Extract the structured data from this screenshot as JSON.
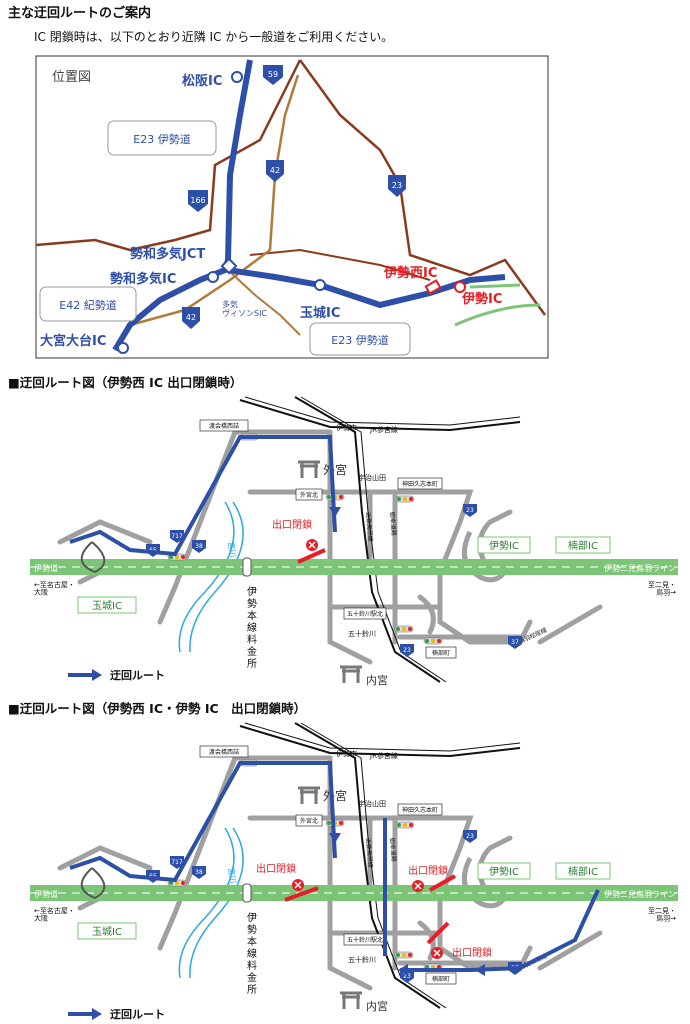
{
  "title": "主な迂回ルートのご案内",
  "intro": "IC 閉鎖時は、以下のとおり近隣 IC から一般道をご利用ください。",
  "location_map": {
    "heading": "位置図",
    "labels": {
      "matsusaka_ic": "松阪IC",
      "e23_top": "E23 伊勢道",
      "seiwataki_jct": "勢和多気JCT",
      "seiwataki_ic": "勢和多気IC",
      "e42": "E42 紀勢道",
      "omiya_ic": "大宮大台IC",
      "taki_sic": "多気\nヴィソンSIC",
      "tamaki_ic": "玉城IC",
      "e23_bottom": "E23 伊勢道",
      "isenishi_ic": "伊勢西IC",
      "ise_ic": "伊勢IC"
    },
    "route_numbers": [
      "59",
      "42",
      "166",
      "23",
      "42"
    ]
  },
  "detour_map_1": {
    "heading": "■迂回ルート図（伊勢西 IC 出口閉鎖時）",
    "closures": [
      "出口閉鎖"
    ]
  },
  "detour_map_2": {
    "heading": "■迂回ルート図（伊勢西 IC・伊勢 IC　出口閉鎖時）",
    "closures": [
      "出口閉鎖",
      "出口閉鎖",
      "出口閉鎖"
    ]
  },
  "detour_labels": {
    "toll": "伊勢本線料金所",
    "road_left": "伊勢道",
    "road_right": "伊勢二見鳥羽ライン",
    "to_left": "←至名古屋・\n大阪",
    "to_right": "至二見・\n鳥羽→",
    "tamaki_ic": "玉城IC",
    "ise_ic": "伊勢IC",
    "kusube_ic": "楠部IC",
    "geku": "外宮",
    "naiku": "内宮",
    "jr": "JR参宮線",
    "kintetsu": "近鉄鳥羽線",
    "iseshi": "伊勢市",
    "ujiyamada": "宇治山田",
    "isuzugawa": "五十鈴川",
    "miyagawa": "宮川",
    "miyuki": "御幸道路",
    "tobamatsusaka": "鳥羽松阪線",
    "sign_watarai": "渡会橋西詰",
    "sign_gekumae": "外宮北",
    "sign_kamida": "神田久志本町",
    "sign_isuzu": "五十鈴川駅北",
    "sign_kusube": "楠部町",
    "route23": "23",
    "route37": "37",
    "route65": "65",
    "route38": "38",
    "route717": "717",
    "legend": "迂回ルート"
  },
  "colors": {
    "expressway": "#7cc576",
    "detour": "#2e4fa8",
    "closed": "#e61e25",
    "road_gray": "#a0a0a0",
    "river": "#29a9e0",
    "brown_road": "#8b3a1e",
    "tan_road": "#b07a3a"
  }
}
